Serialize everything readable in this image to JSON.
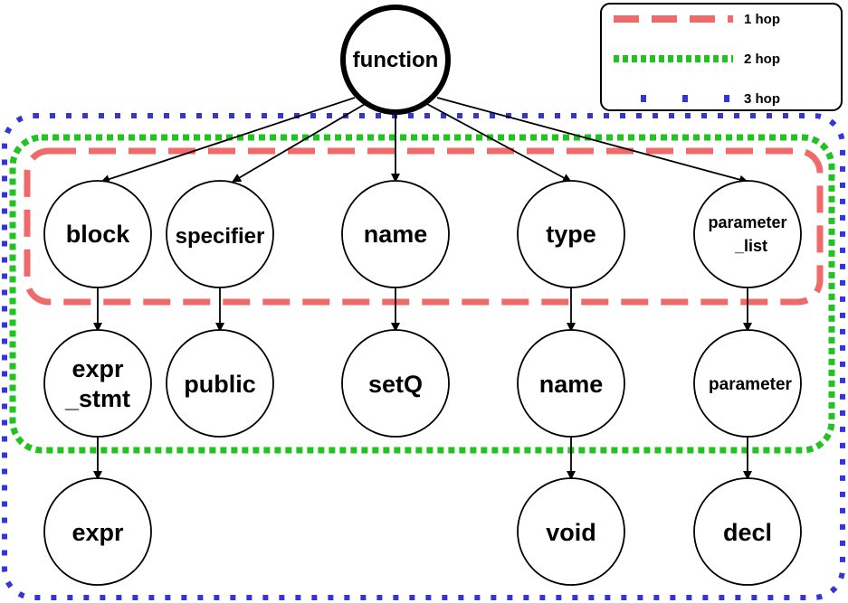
{
  "colors": {
    "hop1": "#ef6b6b",
    "hop2": "#21c321",
    "hop3": "#3434d8",
    "node_stroke": "#000000",
    "node_fill": "#ffffff"
  },
  "legend": {
    "items": [
      {
        "label": "1 hop",
        "style": "dashed",
        "color": "#ef6b6b"
      },
      {
        "label": "2 hop",
        "style": "dotted",
        "color": "#21c321"
      },
      {
        "label": "3 hop",
        "style": "sparse-dotted",
        "color": "#3434d8"
      }
    ]
  },
  "nodes": {
    "root": {
      "label": "function"
    },
    "block": {
      "label": "block"
    },
    "specifier": {
      "label": "specifier"
    },
    "name_top": {
      "label": "name"
    },
    "type": {
      "label": "type"
    },
    "parameter_list": {
      "line1": "parameter",
      "line2": "_list"
    },
    "expr_stmt": {
      "line1": "expr",
      "line2": "_stmt"
    },
    "public": {
      "label": "public"
    },
    "setQ": {
      "label": "setQ"
    },
    "name_type": {
      "label": "name"
    },
    "parameter": {
      "label": "parameter"
    },
    "expr": {
      "label": "expr"
    },
    "void": {
      "label": "void"
    },
    "decl": {
      "label": "decl"
    }
  }
}
